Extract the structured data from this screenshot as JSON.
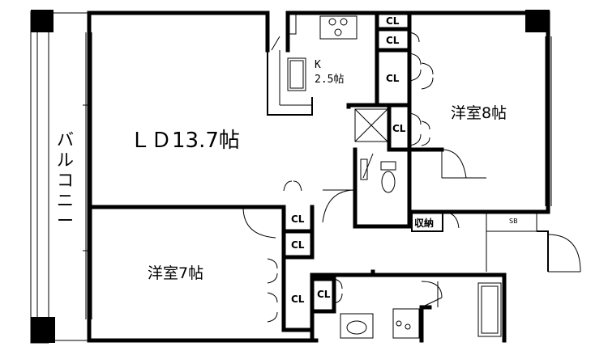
{
  "rooms": {
    "ld": "ＬＤ13.7帖",
    "western8": "洋室8帖",
    "western7": "洋室7帖",
    "kitchen_name": "K",
    "kitchen_size": "2.5帖",
    "balcony": [
      "バ",
      "ル",
      "コ",
      "ニ",
      "ー"
    ],
    "storage": "収納",
    "sb": "SB",
    "closets": [
      "CL",
      "CL",
      "CL",
      "CL",
      "CL",
      "CL",
      "CL",
      "CL"
    ]
  }
}
